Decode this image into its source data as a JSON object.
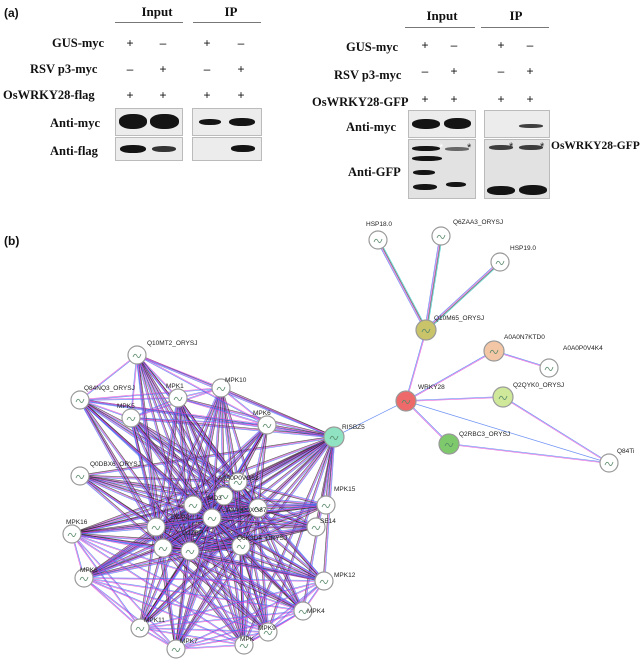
{
  "panel_a": {
    "label": "(a)",
    "left": {
      "header_input": "Input",
      "header_ip": "IP",
      "rows": [
        {
          "label": "GUS-myc",
          "signs": [
            "+",
            "–",
            "+",
            "–"
          ]
        },
        {
          "label": "RSV p3-myc",
          "signs": [
            "–",
            "+",
            "–",
            "+"
          ]
        },
        {
          "label": "OsWRKY28-flag",
          "signs": [
            "+",
            "+",
            "+",
            "+"
          ]
        }
      ],
      "blot_labels": [
        "Anti-myc",
        "Anti-flag"
      ]
    },
    "right": {
      "header_input": "Input",
      "header_ip": "IP",
      "rows": [
        {
          "label": "GUS-myc",
          "signs": [
            "+",
            "–",
            "+",
            "–"
          ]
        },
        {
          "label": "RSV p3-myc",
          "signs": [
            "–",
            "+",
            "–",
            "+"
          ]
        },
        {
          "label": "OsWRKY28-GFP",
          "signs": [
            "+",
            "+",
            "+",
            "+"
          ]
        }
      ],
      "blot_labels": [
        "Anti-myc",
        "Anti-GFP"
      ],
      "side_label": "OsWRKY28-GFP",
      "star": "*"
    }
  },
  "panel_b": {
    "label": "(b)",
    "nodes": [
      {
        "id": "HSP18.0",
        "color": "#ffffff"
      },
      {
        "id": "Q6ZAA3_ORYSJ",
        "color": "#ffffff"
      },
      {
        "id": "HSP19.0",
        "color": "#ffffff"
      },
      {
        "id": "Q10M65_ORYSJ",
        "color": "#c9c36a"
      },
      {
        "id": "A0A0N7KTD0",
        "color": "#f3c6a6"
      },
      {
        "id": "A0A0P0V4K4",
        "color": "#ffffff"
      },
      {
        "id": "WRKY28",
        "color": "#ee6a6a"
      },
      {
        "id": "Q2QYK0_ORYSJ",
        "color": "#cfe89a"
      },
      {
        "id": "Q2RBC3_ORYSJ",
        "color": "#7ec96b"
      },
      {
        "id": "Q84Ti",
        "color": "#ffffff"
      },
      {
        "id": "RISBZ5",
        "color": "#8fe3c2"
      },
      {
        "id": "Q10MT2_ORYSJ",
        "color": "#ffffff"
      },
      {
        "id": "Q84NQ3_ORYSJ",
        "color": "#ffffff"
      },
      {
        "id": "MPK5",
        "color": "#ffffff"
      },
      {
        "id": "MPK1",
        "color": "#ffffff"
      },
      {
        "id": "MPK10",
        "color": "#ffffff"
      },
      {
        "id": "MPK6",
        "color": "#ffffff"
      },
      {
        "id": "Q0DBX6_ORYSJ",
        "color": "#ffffff"
      },
      {
        "id": "A0A0P0VG62",
        "color": "#ffffff"
      },
      {
        "id": "MD3",
        "color": "#ffffff"
      },
      {
        "id": "BZIP2",
        "color": "#ffffff"
      },
      {
        "id": "A0A0P0XG87",
        "color": "#ffffff"
      },
      {
        "id": "Q2ZBP",
        "color": "#ffffff"
      },
      {
        "id": "SE14",
        "color": "#ffffff"
      },
      {
        "id": "Q6K3D4_ORYSJ",
        "color": "#ffffff"
      },
      {
        "id": "MPK15",
        "color": "#ffffff"
      },
      {
        "id": "MPK16",
        "color": "#ffffff"
      },
      {
        "id": "MPK8",
        "color": "#ffffff"
      },
      {
        "id": "MPK12",
        "color": "#ffffff"
      },
      {
        "id": "MPK4",
        "color": "#ffffff"
      },
      {
        "id": "MPK11",
        "color": "#ffffff"
      },
      {
        "id": "MPK7",
        "color": "#ffffff"
      },
      {
        "id": "MPK",
        "color": "#ffffff"
      },
      {
        "id": "MPK9",
        "color": "#ffffff"
      }
    ]
  }
}
